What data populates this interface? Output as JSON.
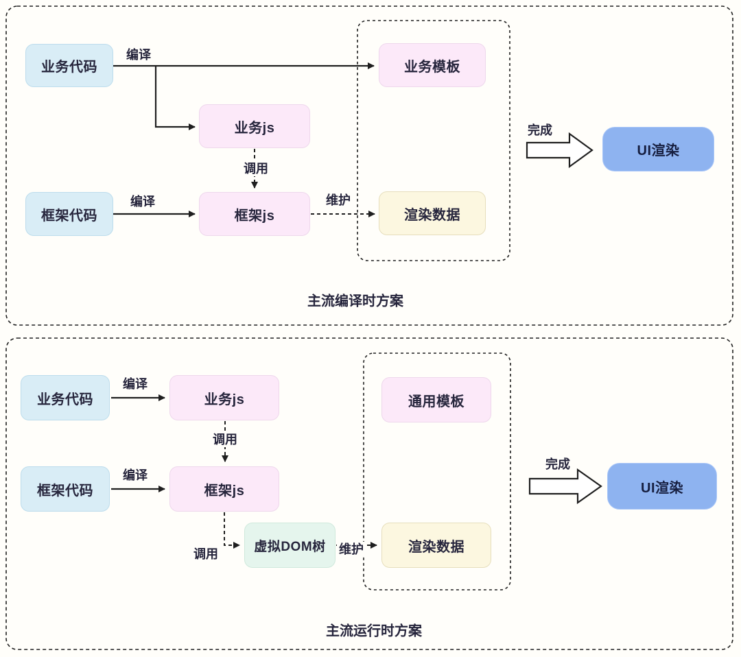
{
  "palette": {
    "background": "#fffefa",
    "code_box_fill": "#d9edf6",
    "code_box_border": "#bcdcec",
    "js_box_fill": "#fce9f9",
    "js_box_border": "#eed7ec",
    "data_box_fill": "#fcf7e0",
    "data_box_border": "#e6debc",
    "vdom_box_fill": "#e5f5ed",
    "vdom_box_border": "#cfe9dc",
    "ui_box_fill": "#8eb3f0",
    "ui_box_border": "#a9c6f7",
    "line_color": "#1f1f1f",
    "text_color": "#26253c"
  },
  "compile_time": {
    "caption": "主流编译时方案",
    "nodes": {
      "business_code": "业务代码",
      "business_js": "业务js",
      "framework_code": "框架代码",
      "framework_js": "框架js",
      "business_template": "业务模板",
      "render_data": "渲染数据",
      "ui_render": "UI渲染"
    },
    "edge_labels": {
      "compile_business": "编译",
      "compile_framework": "编译",
      "call": "调用",
      "maintain": "维护",
      "complete": "完成"
    }
  },
  "runtime": {
    "caption": "主流运行时方案",
    "nodes": {
      "business_code": "业务代码",
      "business_js": "业务js",
      "framework_code": "框架代码",
      "framework_js": "框架js",
      "virtual_dom_tree": "虚拟DOM树",
      "generic_template": "通用模板",
      "render_data": "渲染数据",
      "ui_render": "UI渲染"
    },
    "edge_labels": {
      "compile_business": "编译",
      "compile_framework": "编译",
      "call_business": "调用",
      "call_vdom": "调用",
      "maintain": "维护",
      "complete": "完成"
    }
  }
}
